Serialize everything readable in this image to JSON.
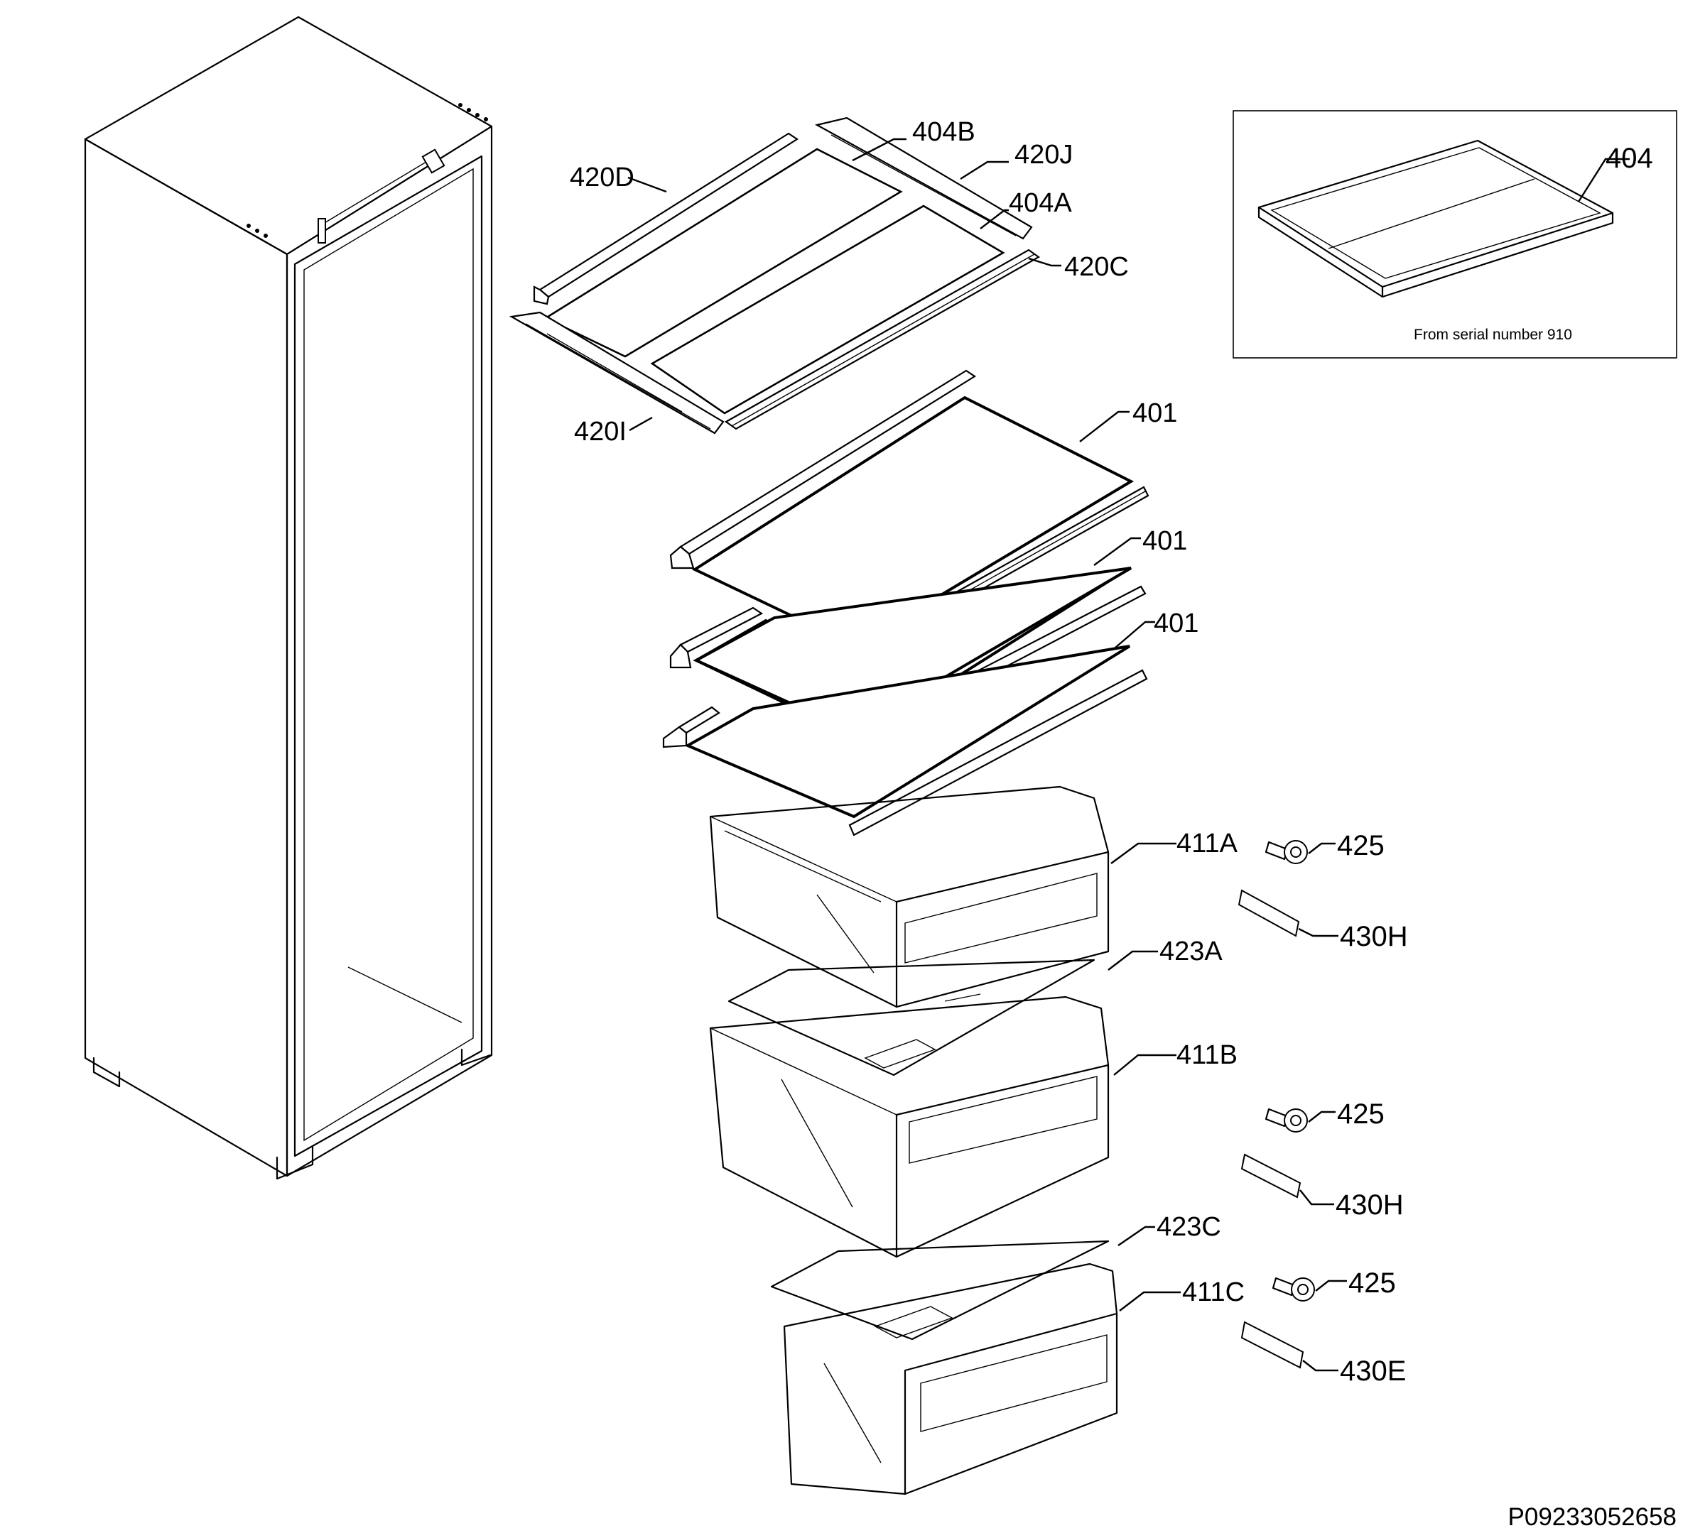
{
  "labels": {
    "l404B": "404B",
    "l420J": "420J",
    "l420D": "420D",
    "l404A": "404A",
    "l420C": "420C",
    "l420I": "420I",
    "l401a": "401",
    "l401b": "401",
    "l401c": "401",
    "l411A": "411A",
    "l423A": "423A",
    "l411B": "411B",
    "l423C": "423C",
    "l411C": "411C",
    "l425a": "425",
    "l430Ha": "430H",
    "l425b": "425",
    "l430Hb": "430H",
    "l425c": "425",
    "l430E": "430E"
  },
  "inset": {
    "label": "404",
    "note": "From serial number 910"
  },
  "drawing_code": "P09233052658"
}
